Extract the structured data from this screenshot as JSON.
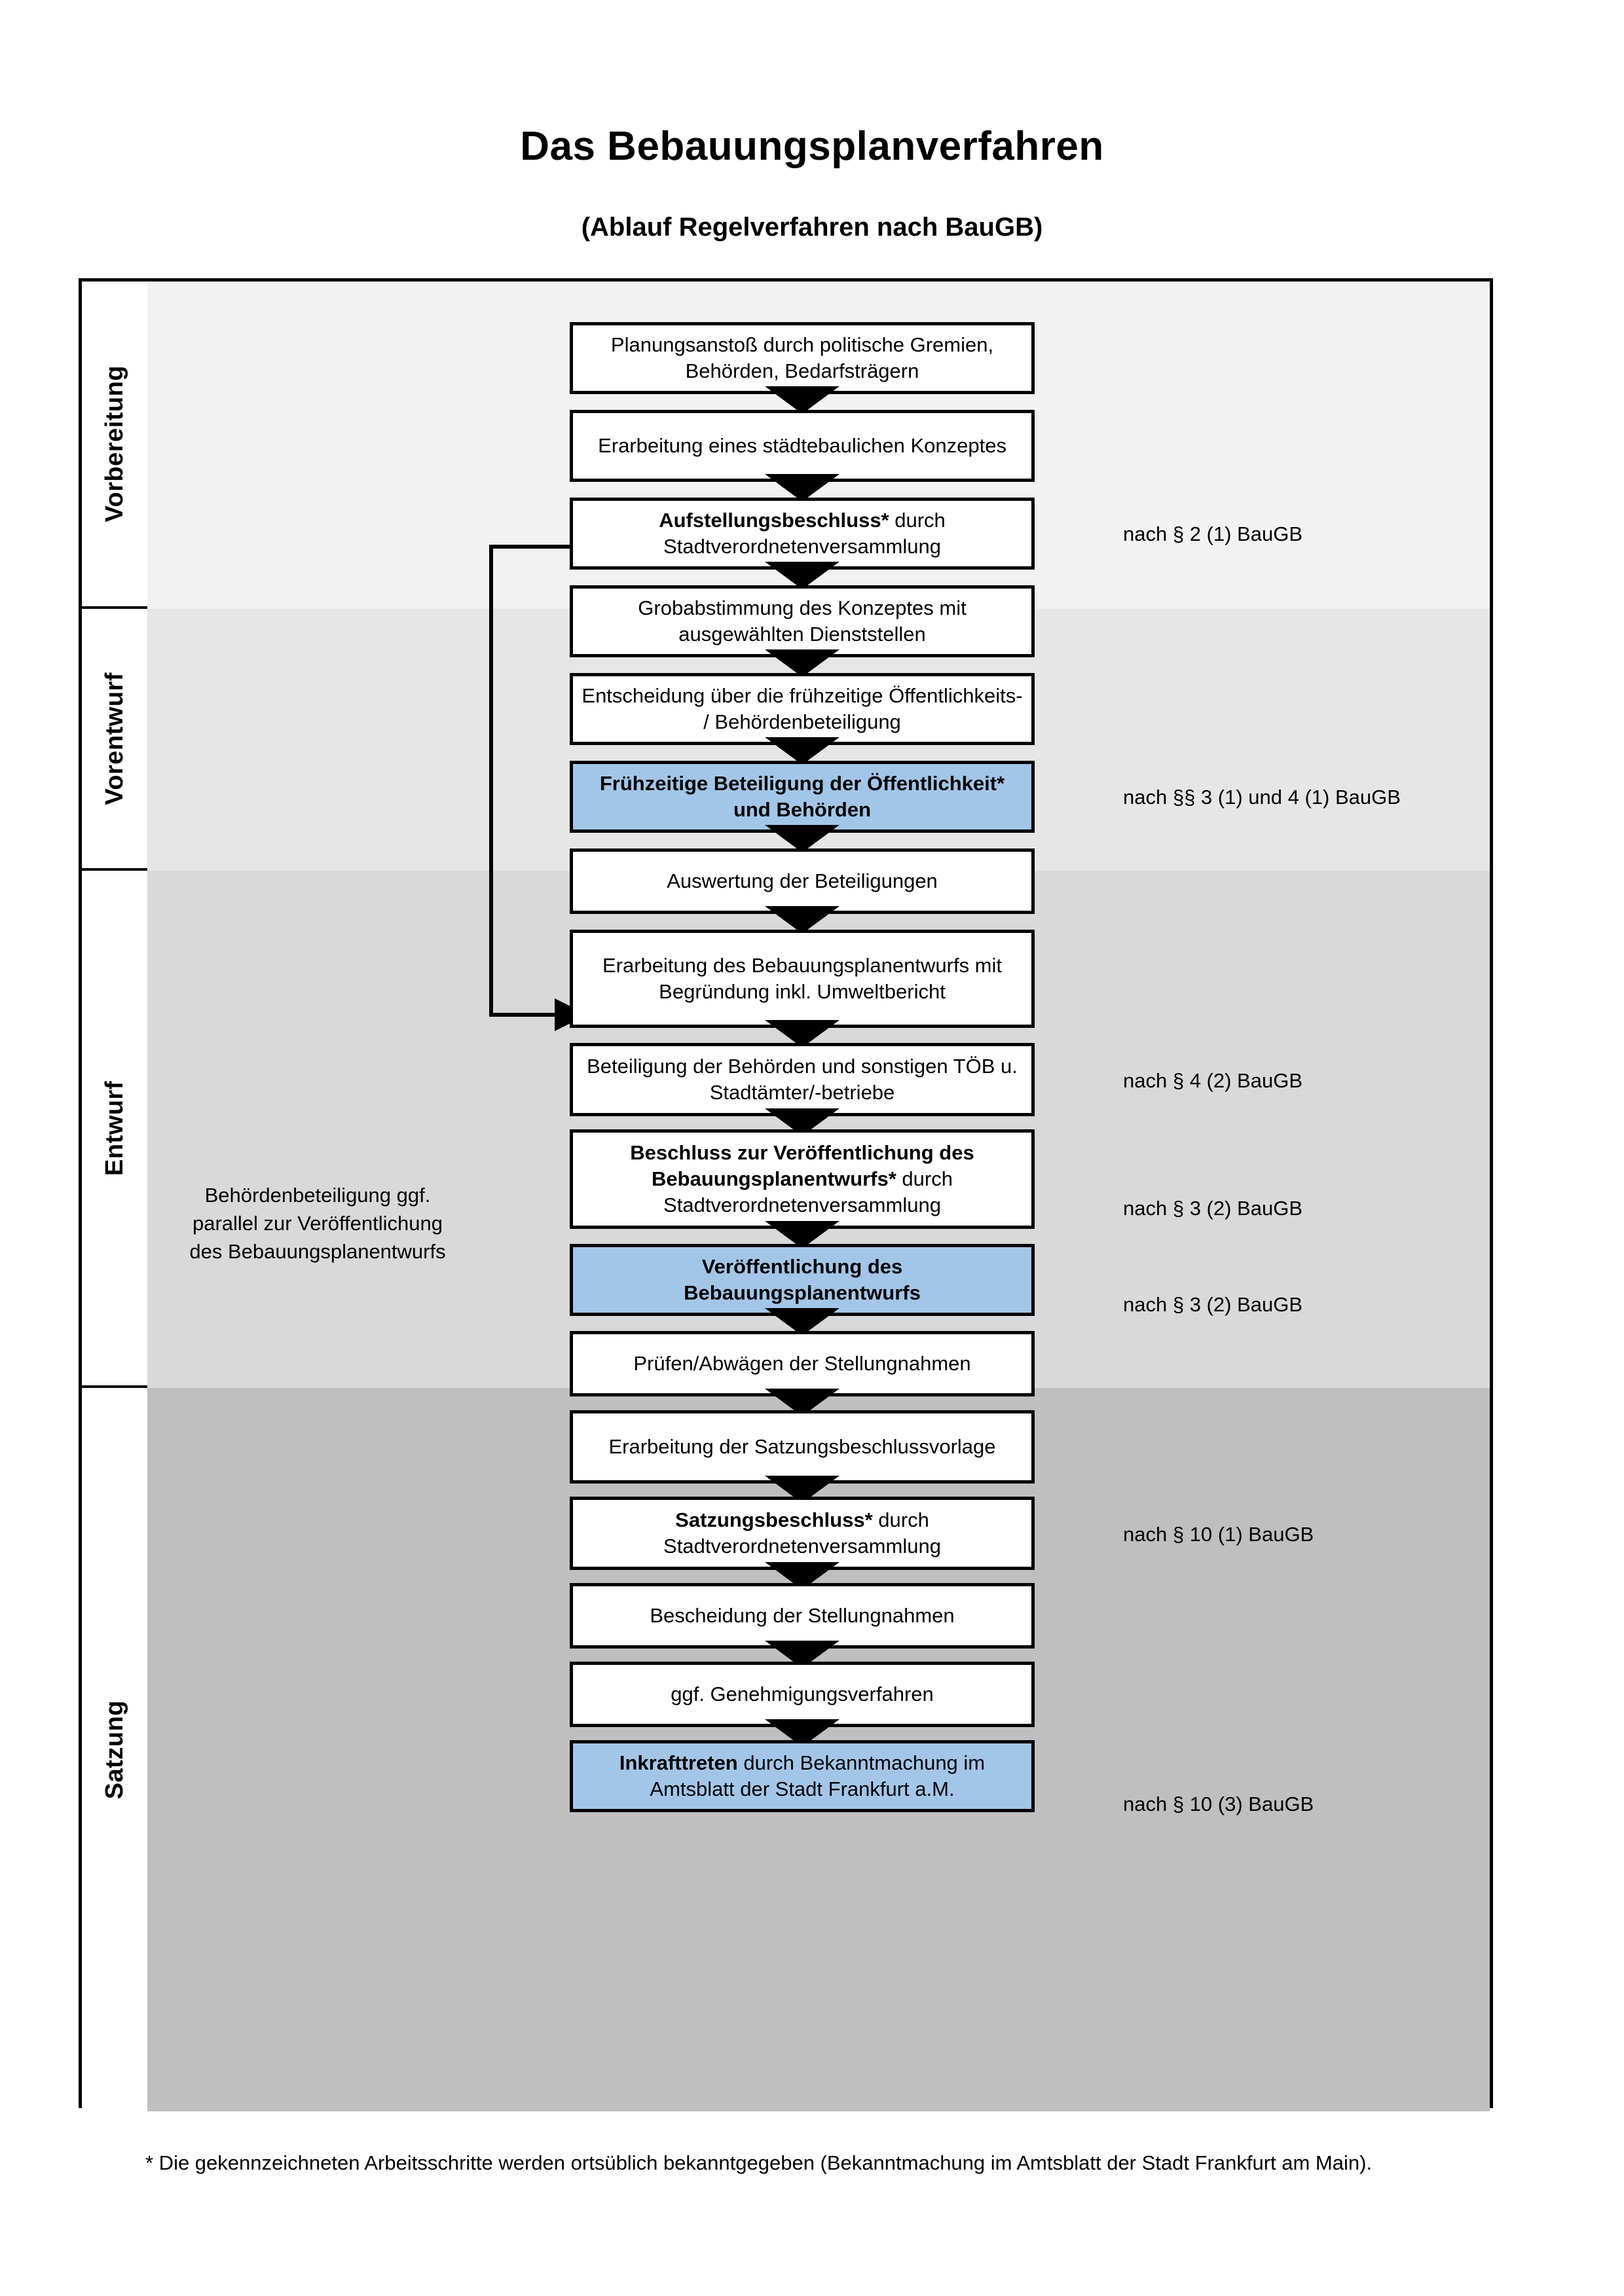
{
  "title": "Das Bebauungsplanverfahren",
  "subtitle": "(Ablauf Regelverfahren nach BauGB)",
  "phases": [
    {
      "label": "Vorbereitung",
      "band_color": "#F2F2F2"
    },
    {
      "label": "Vorentwurf",
      "band_color": "#E6E6E6"
    },
    {
      "label": "Entwurf",
      "band_color": "#D9D9D9"
    },
    {
      "label": "Satzung",
      "band_color": "#BFBFBF"
    }
  ],
  "colors": {
    "highlight_blue": "#A3C6E8",
    "box_border": "#000000",
    "box_fill": "#FFFFFF"
  },
  "steps": [
    {
      "id": "s1",
      "phase": "Vorbereitung",
      "text": "Planungsanstoß durch politische Gremien, Behörden, Bedarfsträgern",
      "highlight": false,
      "bold_prefix": ""
    },
    {
      "id": "s2",
      "phase": "Vorbereitung",
      "text": "Erarbeitung eines städtebaulichen Konzeptes",
      "highlight": false,
      "bold_prefix": ""
    },
    {
      "id": "s3",
      "phase": "Vorbereitung",
      "text": " durch Stadtverordnetenversammlung",
      "highlight": false,
      "bold_prefix": "Aufstellungsbeschluss*"
    },
    {
      "id": "s4",
      "phase": "Vorentwurf",
      "text": "Grobabstimmung des Konzeptes mit ausgewählten Dienststellen",
      "highlight": false,
      "bold_prefix": ""
    },
    {
      "id": "s5",
      "phase": "Vorentwurf",
      "text": "Entscheidung über die frühzeitige Öffentlichkeits- / Behördenbeteiligung",
      "highlight": false,
      "bold_prefix": ""
    },
    {
      "id": "s6",
      "phase": "Vorentwurf",
      "text": "Frühzeitige Beteiligung der Öffentlichkeit* und Behörden",
      "highlight": true,
      "bold_prefix": ""
    },
    {
      "id": "s7",
      "phase": "Entwurf",
      "text": "Auswertung der Beteiligungen",
      "highlight": false,
      "bold_prefix": ""
    },
    {
      "id": "s8",
      "phase": "Entwurf",
      "text": "Erarbeitung des Bebauungsplanentwurfs mit Begründung inkl. Umweltbericht",
      "highlight": false,
      "bold_prefix": ""
    },
    {
      "id": "s9",
      "phase": "Entwurf",
      "text": "Beteiligung der Behörden und sonstigen TÖB u. Stadtämter/-betriebe",
      "highlight": false,
      "bold_prefix": ""
    },
    {
      "id": "s10",
      "phase": "Entwurf",
      "text": " durch Stadtverordnetenversammlung",
      "highlight": false,
      "bold_prefix": "Beschluss zur Veröffentlichung des Bebauungsplanentwurfs*"
    },
    {
      "id": "s11",
      "phase": "Entwurf",
      "text": "Veröffentlichung des Bebauungsplanentwurfs",
      "highlight": true,
      "bold_prefix": ""
    },
    {
      "id": "s12",
      "phase": "Satzung",
      "text": "Prüfen/Abwägen der Stellungnahmen",
      "highlight": false,
      "bold_prefix": ""
    },
    {
      "id": "s13",
      "phase": "Satzung",
      "text": "Erarbeitung der Satzungsbeschlussvorlage",
      "highlight": false,
      "bold_prefix": ""
    },
    {
      "id": "s14",
      "phase": "Satzung",
      "text": " durch Stadtverordnetenversammlung",
      "highlight": false,
      "bold_prefix": "Satzungsbeschluss*"
    },
    {
      "id": "s15",
      "phase": "Satzung",
      "text": "Bescheidung der Stellungnahmen",
      "highlight": false,
      "bold_prefix": ""
    },
    {
      "id": "s16",
      "phase": "Satzung",
      "text": "ggf. Genehmigungsverfahren",
      "highlight": false,
      "bold_prefix": ""
    },
    {
      "id": "s17",
      "phase": "Satzung",
      "text": " durch Bekanntmachung im Amtsblatt der Stadt Frankfurt a.M.",
      "highlight": true,
      "bold_prefix": "Inkrafttreten"
    }
  ],
  "legal_refs": [
    {
      "id": "l1",
      "text": "nach § 2 (1) BauGB",
      "for_step": "s3"
    },
    {
      "id": "l2",
      "text": "nach §§ 3 (1) und 4 (1) BauGB",
      "for_step": "s6"
    },
    {
      "id": "l3",
      "text": "nach § 4 (2) BauGB",
      "for_step": "s9"
    },
    {
      "id": "l4",
      "text": "nach § 3 (2) BauGB",
      "for_step": "s10"
    },
    {
      "id": "l5",
      "text": "nach § 3 (2) BauGB",
      "for_step": "s11"
    },
    {
      "id": "l6",
      "text": "nach § 10 (1) BauGB",
      "for_step": "s14"
    },
    {
      "id": "l7",
      "text": "nach § 10 (3) BauGB",
      "for_step": "s17"
    }
  ],
  "side_note": "Behördenbeteiligung ggf. parallel zur Veröffentlichung des Bebauungsplanentwurfs",
  "footnote": "* Die gekennzeichneten Arbeitsschritte werden ortsüblich bekanntgegeben (Bekanntmachung im Amtsblatt  der Stadt Frankfurt am Main)."
}
